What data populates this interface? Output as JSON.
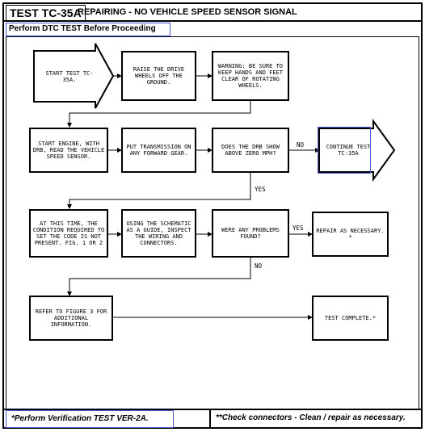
{
  "header": {
    "test_id": "TEST TC-35A",
    "title": "REPAIRING - NO VEHICLE SPEED SENSOR SIGNAL",
    "subtitle": "Perform DTC TEST Before Proceeding"
  },
  "flow": {
    "start": "START TEST TC-35A.",
    "raise": "RAISE THE DRIVE WHEELS OFF THE GROUND.",
    "warning": "WARNING: BE SURE TO KEEP HANDS AND FEET CLEAR OF ROTATING WHEELS.",
    "start_engine": "START ENGINE, WITH DRB, READ THE VEHICLE SPEED SENSOR.",
    "put_trans": "PUT TRANSMISSION ON ANY FORWARD GEAR.",
    "drb_question": "DOES THE DRB SHOW ABOVE ZERO MPH?",
    "continue": "CONTINUE TEST TC-35A",
    "condition": "AT THIS TIME, THE CONDITION REQUIRED TO SET THE CODE IS NOT PRESENT. FIG. 1 OR 2",
    "schematic": "USING THE SCHEMATIC AS A GUIDE, INSPECT THE WIRING AND CONNECTORS.",
    "problems_question": "WERE ANY PROBLEMS FOUND?",
    "repair": "REPAIR AS NECESSARY. *",
    "refer": "REFER TO FIGURE 3 FOR ADDITIONAL INFORMATION.",
    "complete": "TEST COMPLETE.*",
    "label_no1": "NO",
    "label_yes1": "YES",
    "label_yes2": "YES",
    "label_no2": "NO"
  },
  "footer": {
    "left": "*Perform Verification TEST VER-2A.",
    "right": "**Check connectors - Clean / repair as necessary."
  },
  "colors": {
    "highlight": "#4b55d8"
  }
}
